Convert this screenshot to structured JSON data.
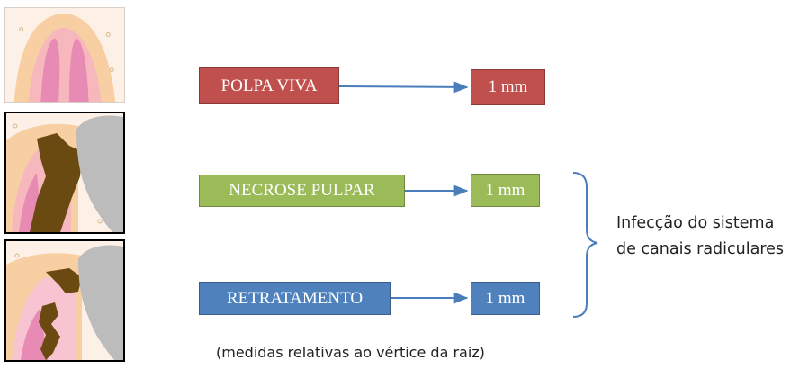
{
  "rows": [
    {
      "label": "POLPA VIVA",
      "value": "1 mm",
      "color": "#c0504d"
    },
    {
      "label": "NECROSE PULPAR",
      "value": "1 mm",
      "color": "#9bbb59"
    },
    {
      "label": "RETRATAMENTO",
      "value": "1 mm",
      "color": "#4f81bd"
    }
  ],
  "group_label": {
    "line1": "Infecção do sistema",
    "line2": "de canais radiculares"
  },
  "caption": "(medidas relativas ao vértice da raiz)"
}
